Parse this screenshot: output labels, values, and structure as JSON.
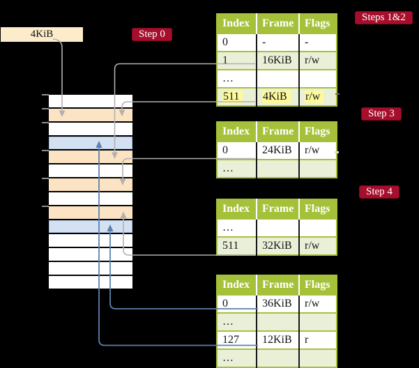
{
  "colors": {
    "background": "#000000",
    "badge_red": "#a60e2c",
    "table_header_green": "#a5c13a",
    "table_row_white": "#ffffff",
    "table_row_tint": "#eaf0d8",
    "highlight_yellow": "#fdf99c",
    "frame_white": "#ffffff",
    "frame_wheat": "#fce3c3",
    "frame_blue": "#d3e1f2",
    "arrow_gray": "#b1b1b1",
    "arrow_blue": "#5d81b0",
    "page_box_wheat": "#fcecca"
  },
  "page_size_box": {
    "label": "4KiB"
  },
  "step_labels": [
    "Step 0",
    "Steps 1&2",
    "Step 3",
    "Step 4"
  ],
  "tables": [
    {
      "headers": [
        "Index",
        "Frame",
        "Flags"
      ],
      "rows": [
        {
          "cells": [
            "0",
            "-",
            "-"
          ]
        },
        {
          "cells": [
            "1",
            "16KiB",
            "r/w"
          ]
        },
        {
          "cells": [
            "…",
            "",
            ""
          ]
        },
        {
          "cells": [
            "511",
            "4KiB",
            "r/w"
          ]
        }
      ]
    },
    {
      "headers": [
        "Index",
        "Frame",
        "Flags"
      ],
      "rows": [
        {
          "cells": [
            "0",
            "24KiB",
            "r/w"
          ]
        },
        {
          "cells": [
            "…",
            "",
            ""
          ]
        }
      ]
    },
    {
      "headers": [
        "Index",
        "Frame",
        "Flags"
      ],
      "rows": [
        {
          "cells": [
            "…",
            "",
            ""
          ]
        },
        {
          "cells": [
            "511",
            "32KiB",
            "r/w"
          ]
        }
      ]
    },
    {
      "headers": [
        "Index",
        "Frame",
        "Flags"
      ],
      "rows": [
        {
          "cells": [
            "0",
            "36KiB",
            "r/w"
          ]
        },
        {
          "cells": [
            "…",
            "",
            ""
          ]
        },
        {
          "cells": [
            "127",
            "12KiB",
            "r"
          ]
        },
        {
          "cells": [
            "…",
            "",
            ""
          ]
        }
      ]
    }
  ],
  "memory": {
    "frames": [
      "white",
      "wheat",
      "white",
      "blue",
      "wheat",
      "white",
      "wheat",
      "white",
      "wheat",
      "blue",
      "white",
      "white",
      "white",
      "white"
    ]
  }
}
